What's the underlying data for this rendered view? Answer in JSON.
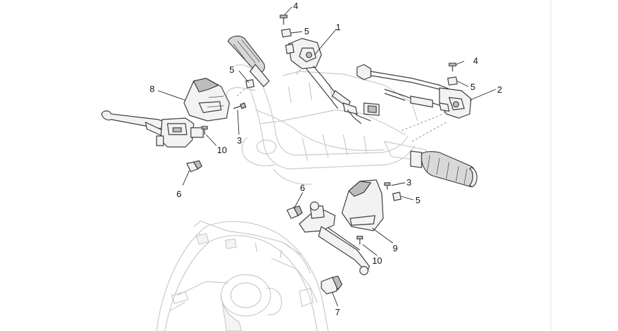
{
  "callouts": [
    {
      "id": "c1",
      "label": "1"
    },
    {
      "id": "c2",
      "label": "2"
    },
    {
      "id": "c3a",
      "label": "3"
    },
    {
      "id": "c3b",
      "label": "3"
    },
    {
      "id": "c4a",
      "label": "4"
    },
    {
      "id": "c4b",
      "label": "4"
    },
    {
      "id": "c5a",
      "label": "5"
    },
    {
      "id": "c5b",
      "label": "5"
    },
    {
      "id": "c5c",
      "label": "5"
    },
    {
      "id": "c5d",
      "label": "5"
    },
    {
      "id": "c6a",
      "label": "6"
    },
    {
      "id": "c6b",
      "label": "6"
    },
    {
      "id": "c7",
      "label": "7"
    },
    {
      "id": "c8",
      "label": "8"
    },
    {
      "id": "c9",
      "label": "9"
    },
    {
      "id": "c10a",
      "label": "10"
    },
    {
      "id": "c10b",
      "label": "10"
    }
  ]
}
